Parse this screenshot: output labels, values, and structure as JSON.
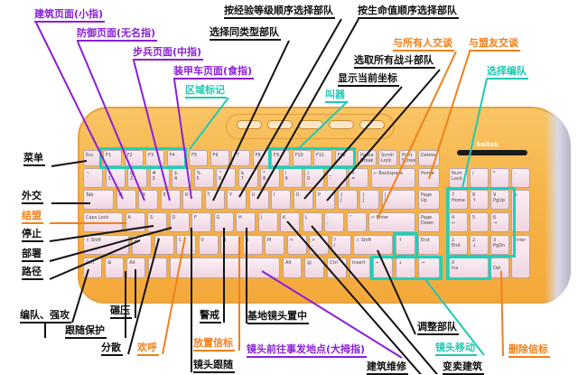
{
  "colors": {
    "purple": "#8b1fd8",
    "black": "#111111",
    "orange": "#f0801a",
    "teal": "#1fc9b4",
    "keyboard": "#f6b347"
  },
  "brand": "Saitek",
  "labels": {
    "jianzhu": "建筑页面(小指)",
    "fangyu": "防御页面(无名指)",
    "bubing": "步兵页面(中指)",
    "zhuangjia": "装甲车页面(食指)",
    "quyu": "区域标记",
    "jingyan": "按经验等级顺序选择部队",
    "tonglei": "选择同类型部队",
    "shengming": "按生命值顺序选择部队",
    "suoyou_zhandou": "选取所有战斗部队",
    "zuobiao": "显示当前坐标",
    "jiaoxiao": "叫器",
    "suoyouren": "与所有人交谈",
    "mengyou": "与盟友交谈",
    "bianduixuan": "选择编队",
    "caidan": "菜单",
    "waijiao": "外交",
    "jiemeng": "结盟",
    "tingzhi": "停止",
    "bushu": "部署",
    "lujing": "路径",
    "qianggong": "编队、强攻",
    "nianya": "碾压",
    "gensui": "跟随保护",
    "fensan": "分散",
    "huanhu": "欢呼",
    "jingjie": "警戒",
    "xinbiao": "放置信标",
    "jingtou_gensui": "镜头跟随",
    "jidi": "基地镜头置中",
    "shifa": "镜头前往事发地点(大拇指)",
    "tiaozheng": "调整部队",
    "yidong": "镜头移动",
    "shanchu": "删除信标",
    "weixiu": "建筑维修",
    "bianmai": "变卖建筑"
  },
  "keys": [
    "Esc",
    "F1",
    "F2",
    "F3",
    "F4",
    "F5",
    "F6",
    "F7",
    "F8",
    "F9",
    "F10",
    "F11",
    "F12",
    "Pause\nBreak",
    "Scroll\nLock",
    "Print\nScreen",
    "Delete",
    "~\n`",
    "!\n1",
    "@\n2",
    "#\n3",
    "$\n4",
    "%\n5",
    "^\n6",
    "&\n7",
    "*\n8",
    "(\n9",
    ")\n0",
    "_\n-",
    "+\n=",
    "← Backspace",
    "Home",
    "Tab",
    "Q",
    "W",
    "E",
    "R",
    "T",
    "Y",
    "U",
    "I",
    "O",
    "P",
    "{\n[",
    "}\n]",
    "|\n\\",
    "Page\nUp",
    "Caps Lock",
    "A",
    "S",
    "D",
    "F",
    "G",
    "H",
    "J",
    "K",
    "L",
    ":\n;",
    "\"\n'",
    "↵ Enter",
    "Page\nDown",
    "⇧ Shift",
    "Z",
    "X",
    "C",
    "V",
    "B",
    "N",
    "M",
    "<\n,",
    ">\n.",
    "?\n/",
    "⇧ Shift",
    "↑",
    "End",
    "Ctrl",
    "⊞",
    "Alt",
    "",
    "",
    "Alt",
    "▤",
    "Ctrl",
    "Insert",
    "←",
    "↓",
    "→",
    "Num\nLock",
    "/",
    "*",
    "-",
    "7\nHome",
    "8\n↑",
    "9\nPgUp",
    "+",
    "4\n←",
    "5",
    "6\n→",
    "1\nEnd",
    "2\n↓",
    "3\nPgDn",
    "Enter",
    "0\nIns",
    ".\nDel"
  ]
}
